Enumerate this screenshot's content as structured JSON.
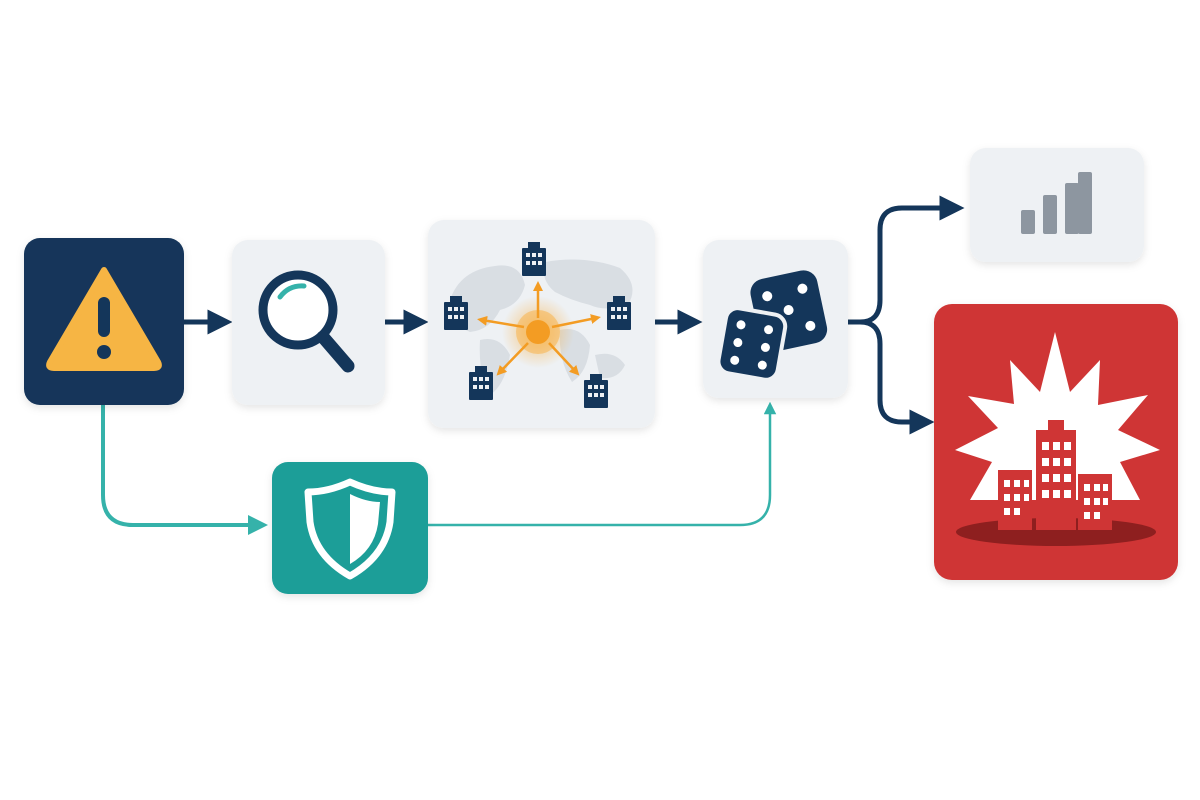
{
  "diagram": {
    "kind": "risk-flow",
    "nodes": [
      {
        "id": "hazard",
        "icon": "warning-triangle-icon",
        "fill": "#14365a",
        "accent": "#f6b544"
      },
      {
        "id": "detect",
        "icon": "magnifier-icon",
        "fill": "#eef1f4",
        "accent": "#14365a"
      },
      {
        "id": "spread",
        "icon": "world-map-network-icon",
        "fill": "#eef1f4",
        "accent": "#f39c23"
      },
      {
        "id": "chance",
        "icon": "dice-icon",
        "fill": "#eef1f4",
        "accent": "#14365a"
      },
      {
        "id": "mitigate",
        "icon": "shield-icon",
        "fill": "#1d9e98",
        "accent": "#ffffff"
      },
      {
        "id": "minor-outcome",
        "icon": "bar-chart-icon",
        "fill": "#eef1f4",
        "accent": "#8d96a0"
      },
      {
        "id": "major-outcome",
        "icon": "explosion-city-icon",
        "fill": "#cf3535",
        "accent": "#ffffff"
      }
    ],
    "edges": [
      {
        "from": "hazard",
        "to": "detect",
        "color": "#14365a"
      },
      {
        "from": "detect",
        "to": "spread",
        "color": "#14365a"
      },
      {
        "from": "spread",
        "to": "chance",
        "color": "#14365a"
      },
      {
        "from": "chance",
        "to": "minor-outcome",
        "color": "#14365a"
      },
      {
        "from": "chance",
        "to": "major-outcome",
        "color": "#14365a"
      },
      {
        "from": "hazard",
        "to": "mitigate",
        "color": "#35b2aa"
      },
      {
        "from": "mitigate",
        "to": "chance",
        "color": "#35b2aa"
      }
    ]
  }
}
